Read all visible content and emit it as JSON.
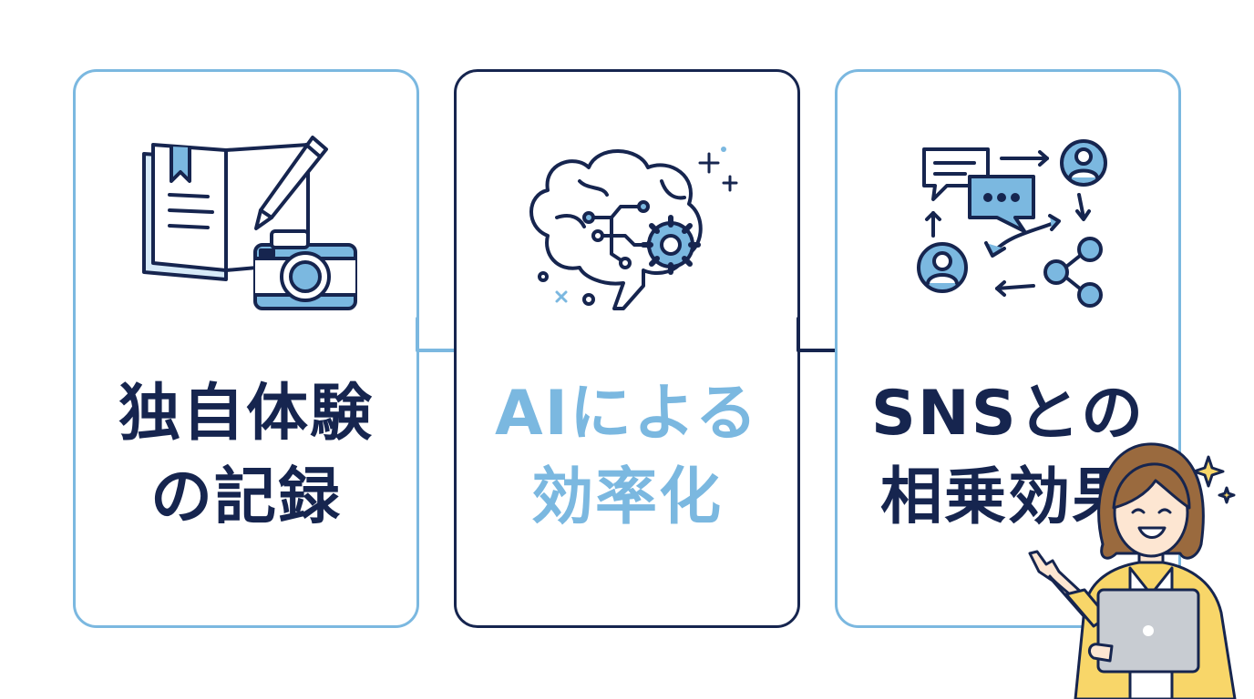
{
  "steps": [
    {
      "title_line1": "独自体験",
      "title_line2": "の記録",
      "icon": "journal-camera-icon",
      "title_color": "#16254f",
      "border_color": "#7bb8e0"
    },
    {
      "title_line1": "AIによる",
      "title_line2": "効率化",
      "icon": "ai-brain-icon",
      "title_color": "#7bb8e0",
      "border_color": "#16254f"
    },
    {
      "title_line1": "SNSとの",
      "title_line2": "相乗効果",
      "icon": "social-share-icon",
      "title_color": "#16254f",
      "border_color": "#7bb8e0"
    }
  ],
  "connectors": [
    {
      "icon": "arrow-right-icon",
      "color": "#7bb8e0"
    },
    {
      "icon": "arrow-right-icon",
      "color": "#16254f"
    }
  ],
  "decorations": {
    "presenter": "presenter-woman-illustration",
    "sparkle": "sparkle-icon"
  },
  "colors": {
    "dark_navy": "#16254f",
    "light_blue": "#7bb8e0",
    "skin": "#fde6d2",
    "hair": "#9a6a3e",
    "cardigan": "#f8d669",
    "laptop": "#c8ccd2"
  }
}
